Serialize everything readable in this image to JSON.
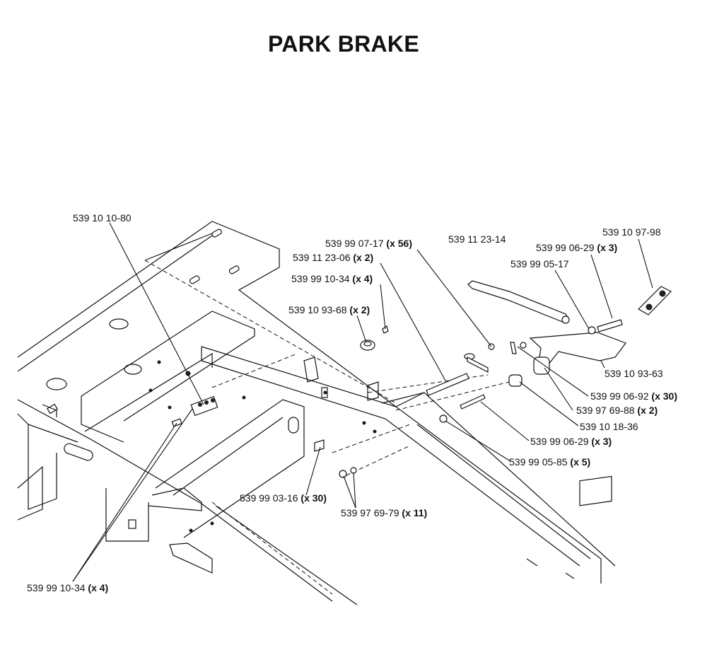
{
  "title": "PARK BRAKE",
  "callouts": [
    {
      "id": "c1",
      "part": "539 10 10-80",
      "qty": ""
    },
    {
      "id": "c2",
      "part": "539 99 07-17",
      "qty": "(x 56)"
    },
    {
      "id": "c3",
      "part": "539 11 23-06",
      "qty": "(x 2)"
    },
    {
      "id": "c4",
      "part": "539 99 10-34",
      "qty": "(x 4)"
    },
    {
      "id": "c5",
      "part": "539 10 93-68",
      "qty": "(x 2)"
    },
    {
      "id": "c6",
      "part": "539 11 23-14",
      "qty": ""
    },
    {
      "id": "c7",
      "part": "539 10 97-98",
      "qty": ""
    },
    {
      "id": "c8",
      "part": "539 99 06-29",
      "qty": "(x 3)"
    },
    {
      "id": "c9",
      "part": "539 99 05-17",
      "qty": ""
    },
    {
      "id": "c10",
      "part": "539 10 93-63",
      "qty": ""
    },
    {
      "id": "c11",
      "part": "539 99 06-92",
      "qty": "(x 30)"
    },
    {
      "id": "c12",
      "part": "539 97 69-88",
      "qty": "(x 2)"
    },
    {
      "id": "c13",
      "part": "539 10 18-36",
      "qty": ""
    },
    {
      "id": "c14",
      "part": "539 99 06-29",
      "qty": "(x 3)"
    },
    {
      "id": "c15",
      "part": "539 99 05-85",
      "qty": "(x 5)"
    },
    {
      "id": "c16",
      "part": "539 99 03-16",
      "qty": "(x 30)"
    },
    {
      "id": "c17",
      "part": "539 97 69-79",
      "qty": "(x 11)"
    },
    {
      "id": "c18",
      "part": "539 99 10-34",
      "qty": "(x 4)"
    }
  ]
}
